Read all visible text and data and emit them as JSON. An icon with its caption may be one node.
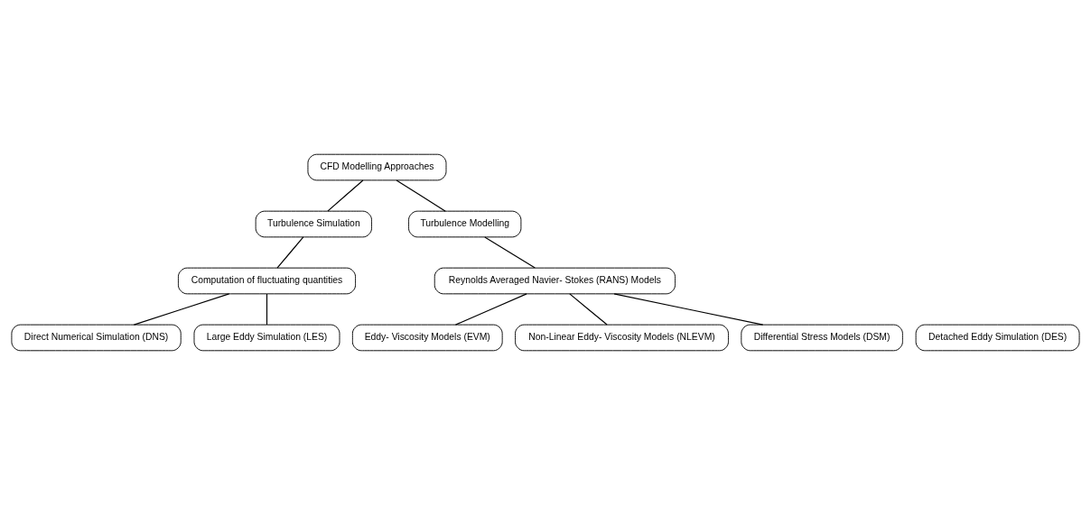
{
  "diagram": {
    "nodes": [
      {
        "text": [
          "CFD Modelling Approaches"
        ]
      },
      {
        "text": [
          "Turbulence Simulation"
        ]
      },
      {
        "text": [
          "Turbulence Modelling"
        ]
      },
      {
        "text": [
          "Computation of fluctuating quantities"
        ]
      },
      {
        "text": [
          "Reynolds Averaged Navier- Stokes (RANS) Models"
        ]
      },
      {
        "text": [
          "Direct Numerical Simulation (DNS)"
        ]
      },
      {
        "text": [
          "Large Eddy Simulation (LES)"
        ]
      },
      {
        "text": [
          "Detached Eddy Simulation (DES)"
        ]
      },
      {
        "text": [
          "Eddy- Viscosity Models (EVM)"
        ]
      },
      {
        "text": [
          "Non-Linear Eddy- Viscosity Models (NLEVM)"
        ]
      },
      {
        "text": [
          "Differential Stress Models (DSM)"
        ]
      }
    ],
    "edges": [
      {
        "from": 0,
        "to": 1,
        "arrow": "none"
      },
      {
        "from": 0,
        "to": 2,
        "arrow": "none"
      },
      {
        "from": 1,
        "to": 3,
        "arrow": "none"
      },
      {
        "from": 2,
        "to": 4,
        "arrow": "none"
      },
      {
        "from": 3,
        "to": 5,
        "arrow": "none"
      },
      {
        "from": 3,
        "to": 6,
        "arrow": "none"
      },
      {
        "from": 4,
        "to": 8,
        "arrow": "none"
      },
      {
        "from": 4,
        "to": 9,
        "arrow": "none"
      },
      {
        "from": 4,
        "to": 10,
        "arrow": "none"
      }
    ]
  }
}
